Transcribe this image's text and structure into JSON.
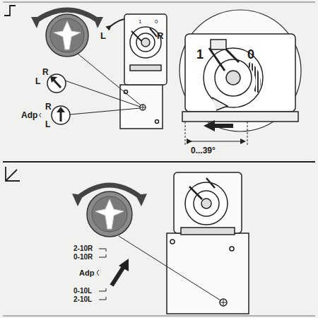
{
  "diagram": {
    "labels": [
      "L",
      "R",
      "R",
      "L",
      "R",
      "Adp",
      "L",
      "1",
      "0",
      "0...39°",
      "1",
      "0",
      "2-10R",
      "0-10R",
      "Adp",
      "0-10L",
      "2-10L"
    ]
  }
}
